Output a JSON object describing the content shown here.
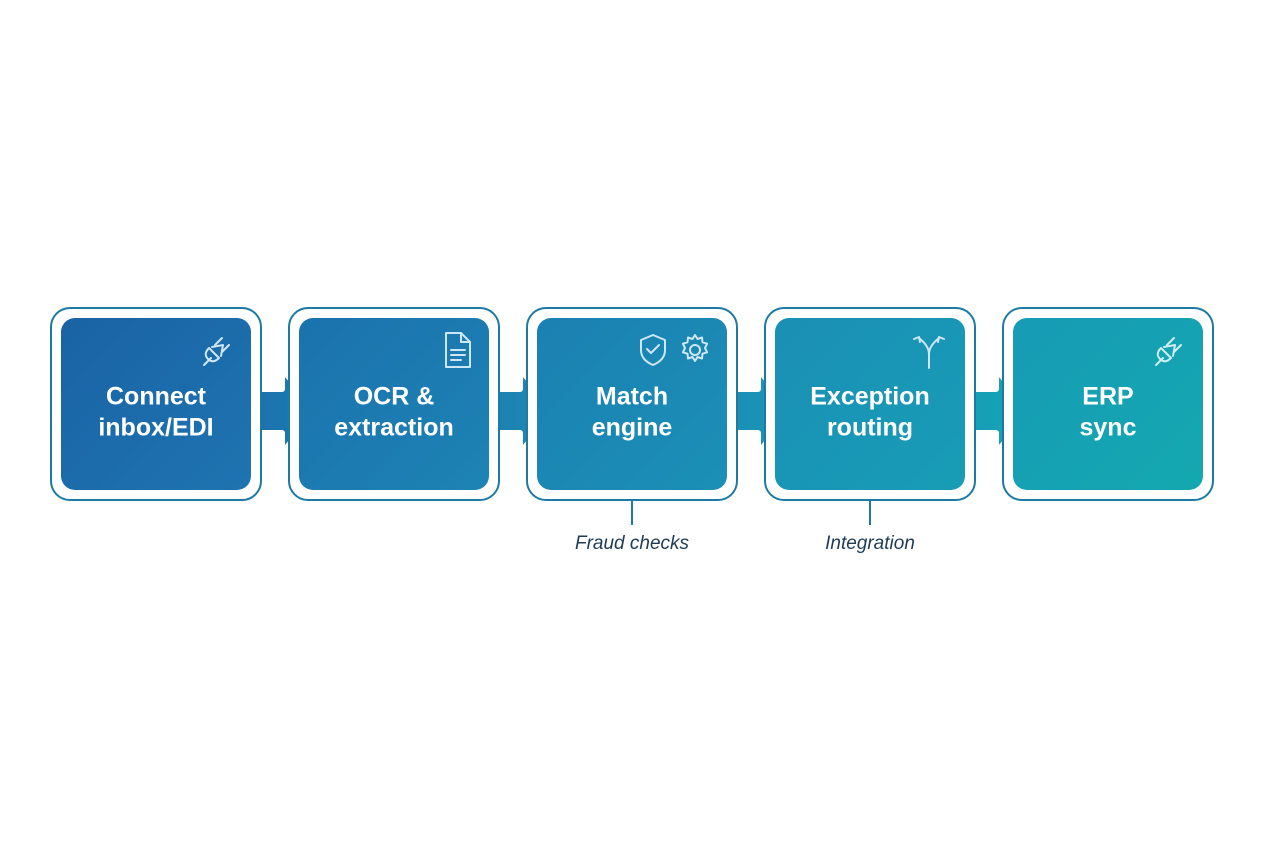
{
  "steps": [
    {
      "line1": "Connect",
      "line2": "inbox/EDI",
      "icon": "plug-icon"
    },
    {
      "line1": "OCR &",
      "line2": "extraction",
      "icon": "document-icon"
    },
    {
      "line1": "Match",
      "line2": "engine",
      "icon": "shield-check-gear-icon"
    },
    {
      "line1": "Exception",
      "line2": "routing",
      "icon": "split-arrows-icon"
    },
    {
      "line1": "ERP",
      "line2": "sync",
      "icon": "plug-icon"
    }
  ],
  "callouts": [
    {
      "text": "Fraud checks",
      "attached_to": "Match engine"
    },
    {
      "text": "Integration",
      "attached_to": "Exception routing"
    }
  ],
  "colors": {
    "border": "#1d7aa3",
    "step_1": "#1a63a5",
    "step_2": "#1b72ad",
    "step_3": "#1b80b2",
    "step_4": "#1a8fb5",
    "step_5": "#13a8b0",
    "callout_text": "#1f3b56"
  }
}
